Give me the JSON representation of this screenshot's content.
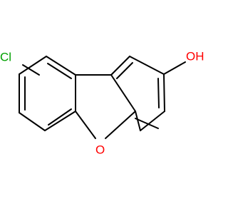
{
  "molecule": {
    "atoms": {
      "chlorine": "Cl",
      "hydroxyl": "OH",
      "oxygen": "O"
    }
  },
  "colors": {
    "bond": "#000000",
    "chlorine": "#00a000",
    "oxygen": "#ff0000"
  }
}
